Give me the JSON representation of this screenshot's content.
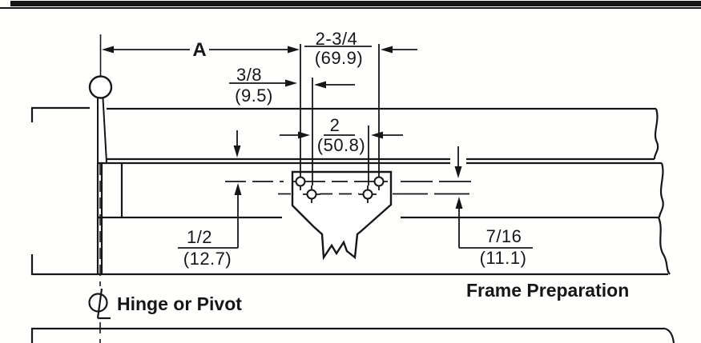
{
  "page": {
    "background": "#ffffff",
    "ink": "#161616"
  },
  "drawing": {
    "caption": "Frame Preparation",
    "centerline": {
      "label": "Hinge or Pivot",
      "symbol": "centerline-symbol"
    },
    "dimensions": {
      "A": {
        "label": "A"
      },
      "overall": {
        "inches": "2-3/4",
        "mm": "(69.9)"
      },
      "offset": {
        "inches": "3/8",
        "mm": "(9.5)"
      },
      "spacing": {
        "inches": "2",
        "mm": "(50.8)"
      },
      "inset": {
        "inches": "1/2",
        "mm": "(12.7)"
      },
      "row_offset": {
        "inches": "7/16",
        "mm": "(11.1)"
      }
    }
  }
}
